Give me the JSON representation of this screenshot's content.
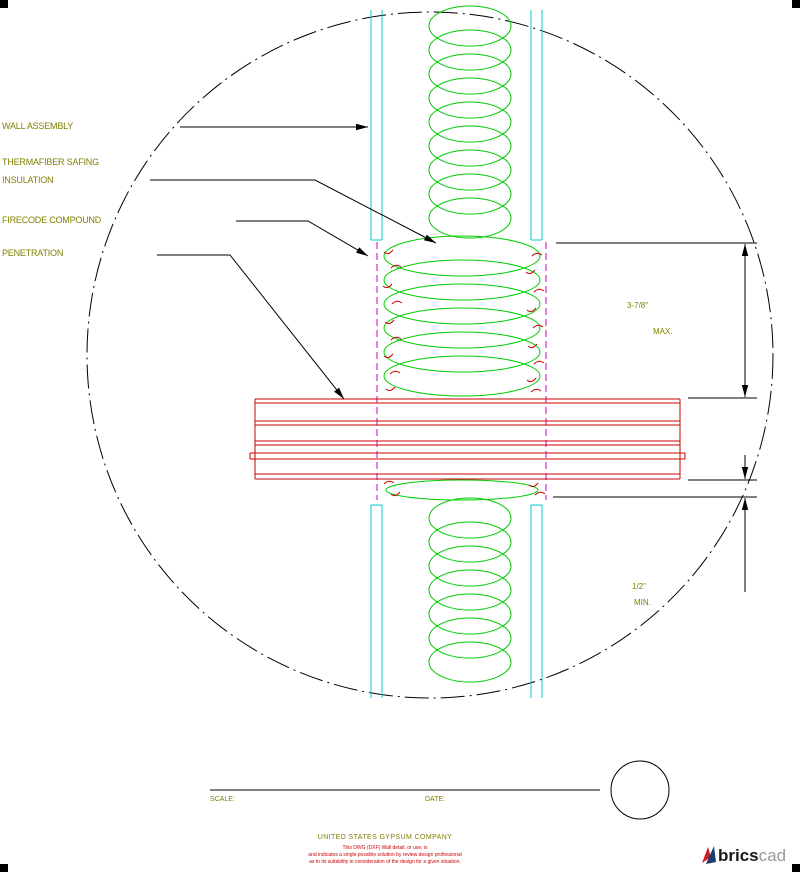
{
  "drawing": {
    "labels": {
      "wall_assembly": "WALL ASSEMBLY",
      "thermafiber_safing": "THERMAFIBER SAFING",
      "insulation": "INSULATION",
      "firecode_compound": "FIRECODE COMPOUND",
      "penetration": "PENETRATION"
    },
    "dimensions": {
      "max_value": "3-7/8\"",
      "max_label": "MAX.",
      "min_value": "1/2\"",
      "min_label": "MIN."
    }
  },
  "title_block": {
    "scale_label": "SCALE:",
    "date_label": "DATE:",
    "company": "UNITED STATES GYPSUM COMPANY",
    "disclaimer": {
      "line1": "This DWG (DXF) Wall detail, or use, is",
      "line2": "and indicates a single possible solution by review design professional",
      "line3": "as to its suitability in consideration of the design for a given situation."
    }
  },
  "branding": {
    "logo_bold": "brics",
    "logo_light": "cad"
  },
  "colors": {
    "wall_board": "#00CCCC",
    "insulation": "#00CC00",
    "compound_outline": "#CC00CC",
    "penetration_red": "#CC0000",
    "annotation_text": "#808000",
    "line_black": "#000000",
    "disclaimer_red": "#CC0000"
  }
}
